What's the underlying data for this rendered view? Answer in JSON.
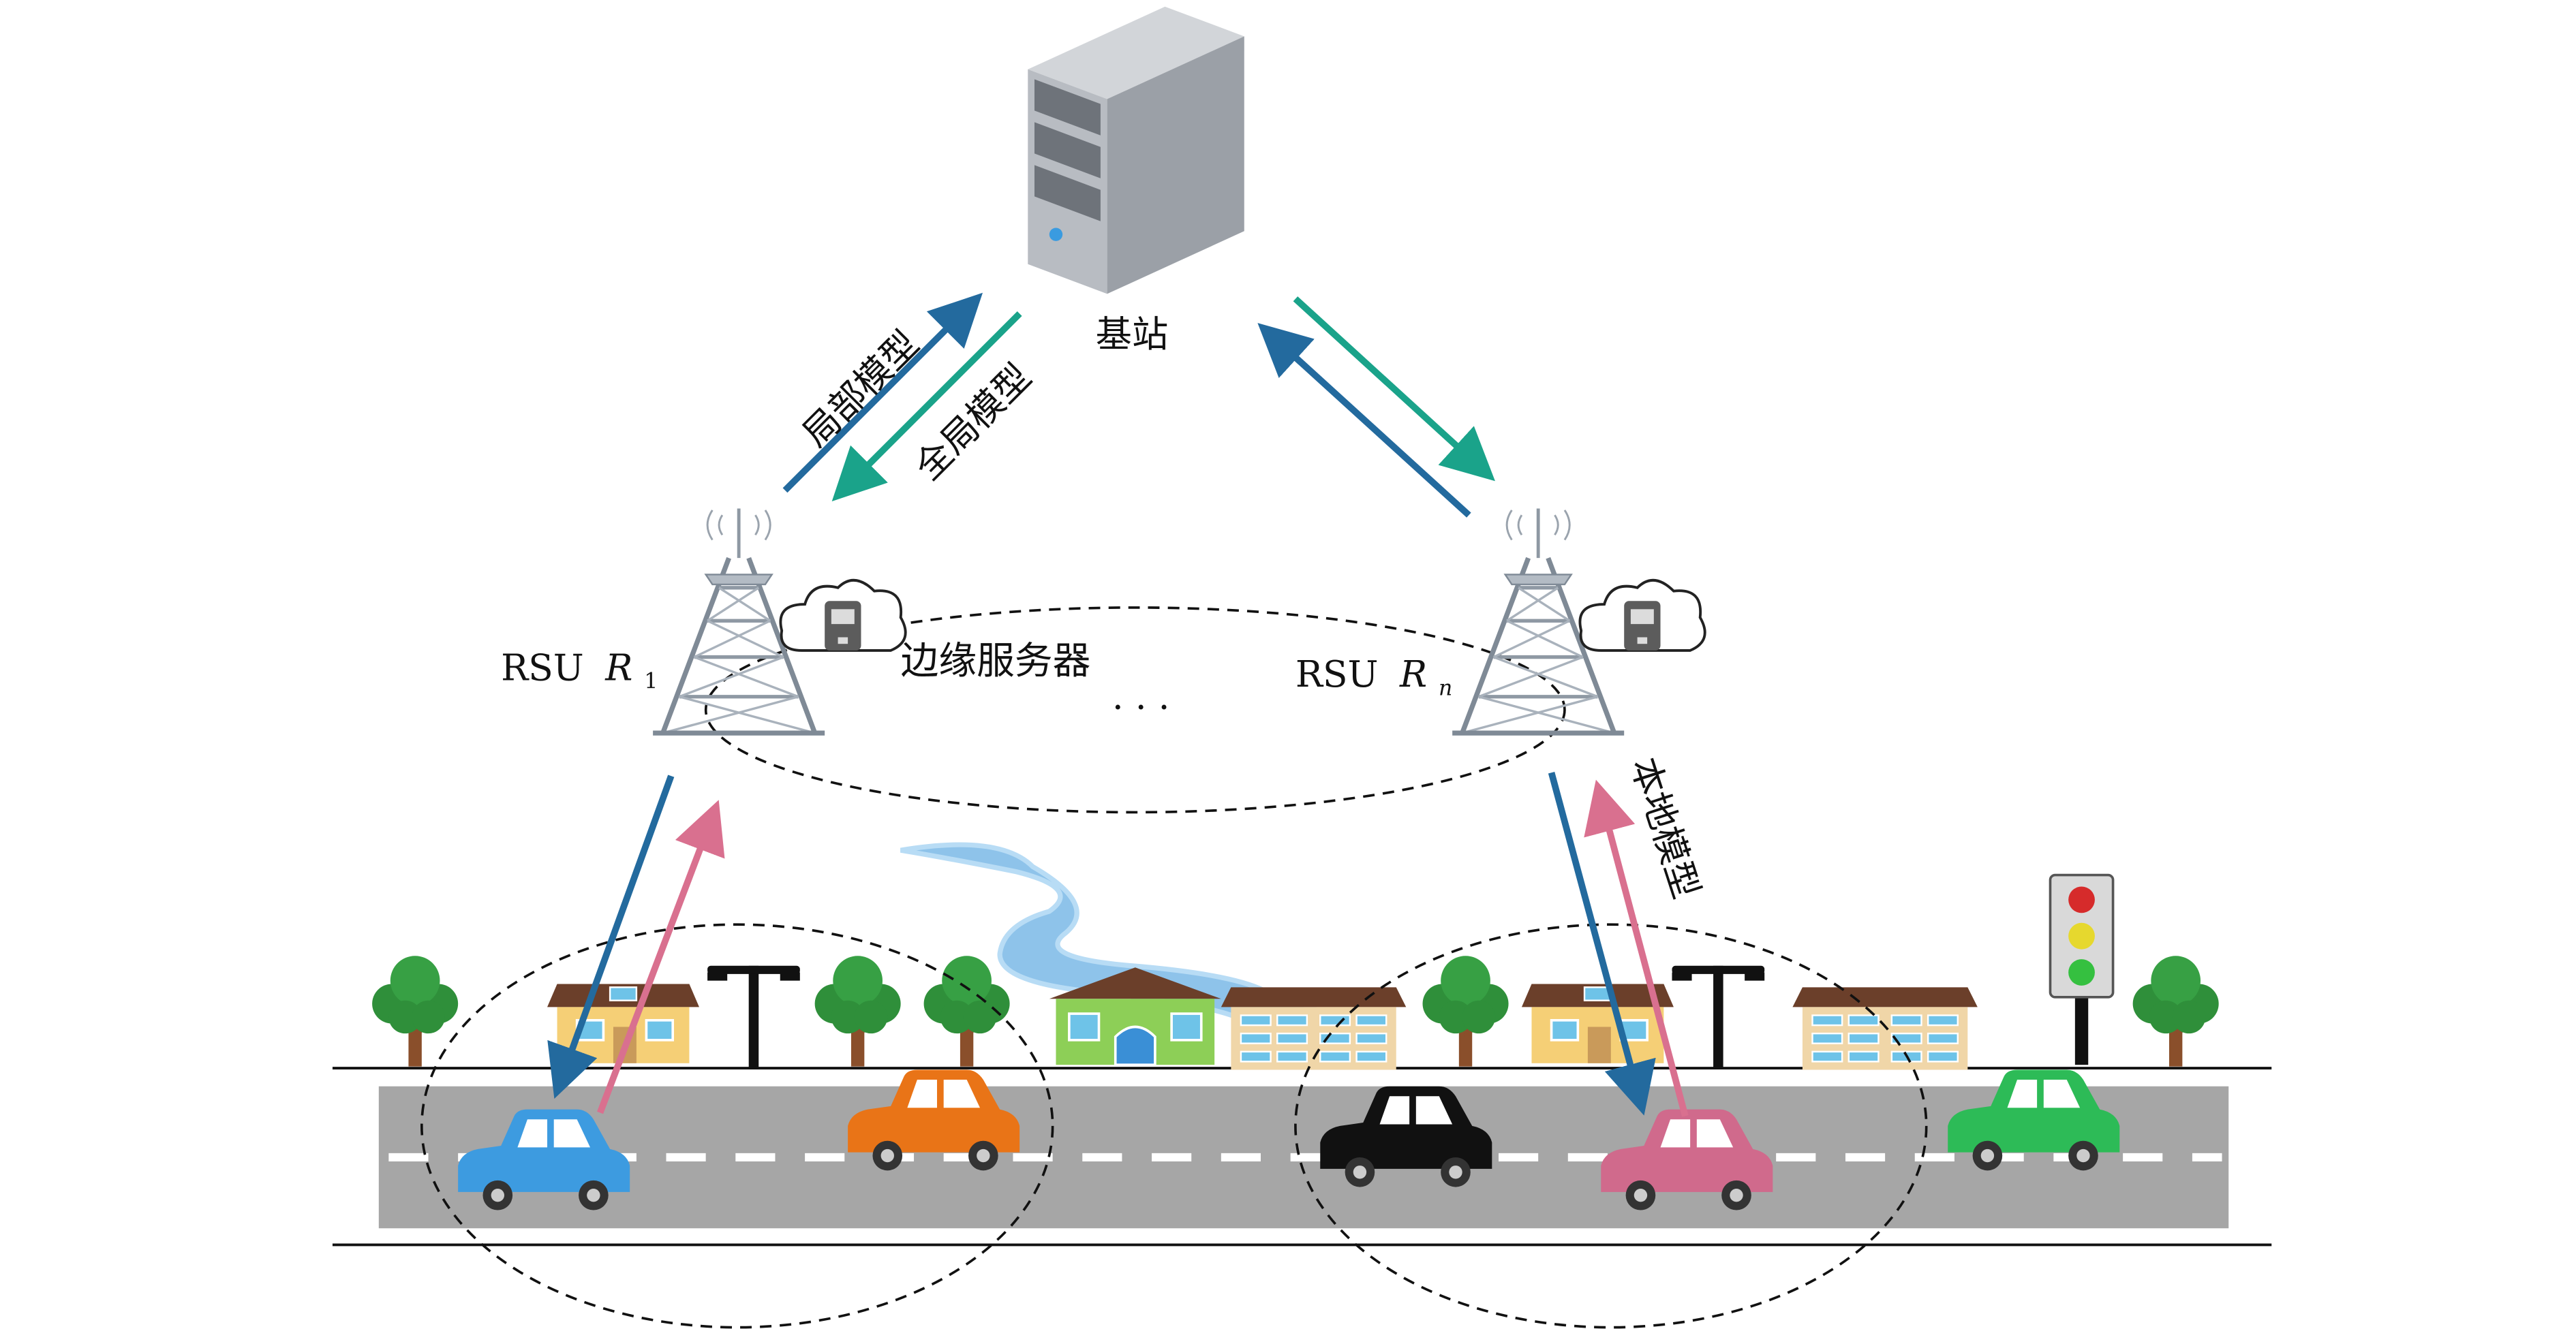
{
  "labels": {
    "base_station": "基站",
    "local_model_up": "局部模型",
    "global_model_down": "全局模型",
    "rsu1_prefix": "RSU",
    "rsu1_var": "R",
    "rsu1_sub": "1",
    "rsun_prefix": "RSU",
    "rsun_var": "R",
    "rsun_sub": "n",
    "edge_server": "边缘服务器",
    "ellipsis": "· · ·",
    "vehicle_local_model": "本地模型"
  },
  "colors": {
    "arrow_local_up": "#236a9e",
    "arrow_global_down": "#1aa38a",
    "arrow_vehicle_up": "#d9708f",
    "road": "#a6a6a6",
    "lane_mark": "#ffffff"
  },
  "traffic_light": [
    "#d62b2b",
    "#e6d82e",
    "#35c040"
  ],
  "vehicles": [
    {
      "name": "blue-car",
      "color": "#3d9be0"
    },
    {
      "name": "orange-car",
      "color": "#e97417"
    },
    {
      "name": "black-car",
      "color": "#111111"
    },
    {
      "name": "pink-car",
      "color": "#d06a8c"
    },
    {
      "name": "green-car",
      "color": "#2dbb57"
    }
  ]
}
